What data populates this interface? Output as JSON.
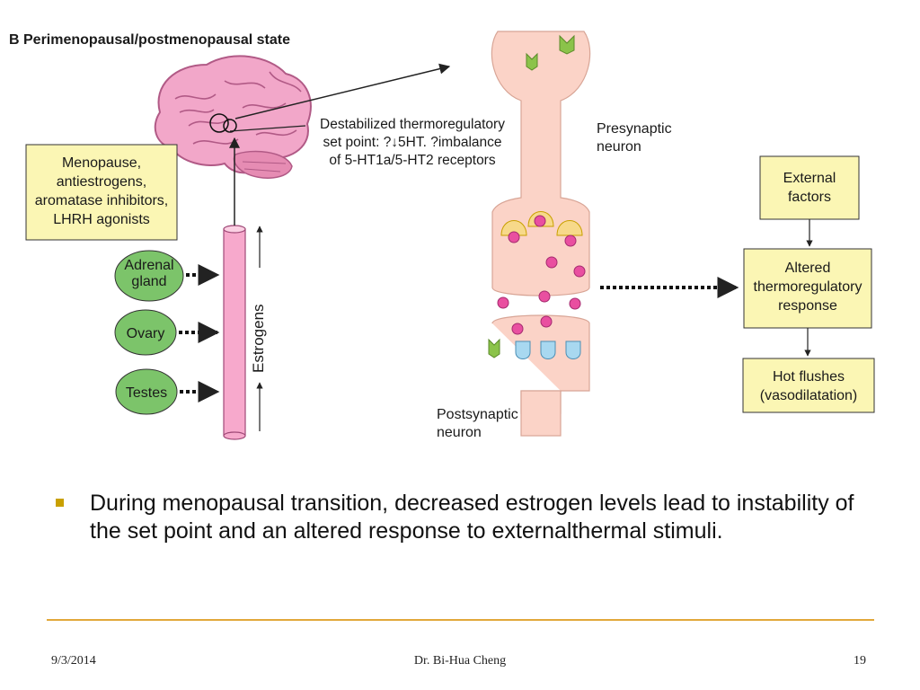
{
  "slide": {
    "title": "B Perimenopausal/postmenopausal state",
    "causes_box": [
      "Menopause,",
      "antiestrogens,",
      "aromatase inhibitors,",
      "LHRH agonists"
    ],
    "glands": [
      "Adrenal|gland",
      "Ovary",
      "Testes"
    ],
    "estrogens_label": "Estrogens",
    "setpoint_text": [
      "Destabilized thermoregulatory",
      "set point: ?↓5HT. ?imbalance",
      "of 5-HT1a/5-HT2 receptors"
    ],
    "presynaptic_label": [
      "Presynaptic",
      "neuron"
    ],
    "postsynaptic_label": [
      "Postsynaptic",
      "neuron"
    ],
    "flow_boxes": {
      "external": [
        "External",
        "factors"
      ],
      "altered": [
        "Altered",
        "thermoregulatory",
        "response"
      ],
      "hot": [
        "Hot flushes",
        "(vasodilatation)"
      ]
    },
    "bullet": "During menopausal transition, decreased estrogen levels lead to instability of the set point and an altered response to externalthermal stimuli.",
    "footer": {
      "date": "9/3/2014",
      "author": "Dr. Bi-Hua Cheng",
      "page": "19"
    },
    "colors": {
      "brain": "#f2a7c9",
      "box": "#fbf6b4",
      "gland": "#7cc46a",
      "neuron": "#fbd3c7",
      "vesicle": "#e94fa0",
      "receptor": "#8bc34a",
      "rule": "#e2a83a"
    }
  }
}
